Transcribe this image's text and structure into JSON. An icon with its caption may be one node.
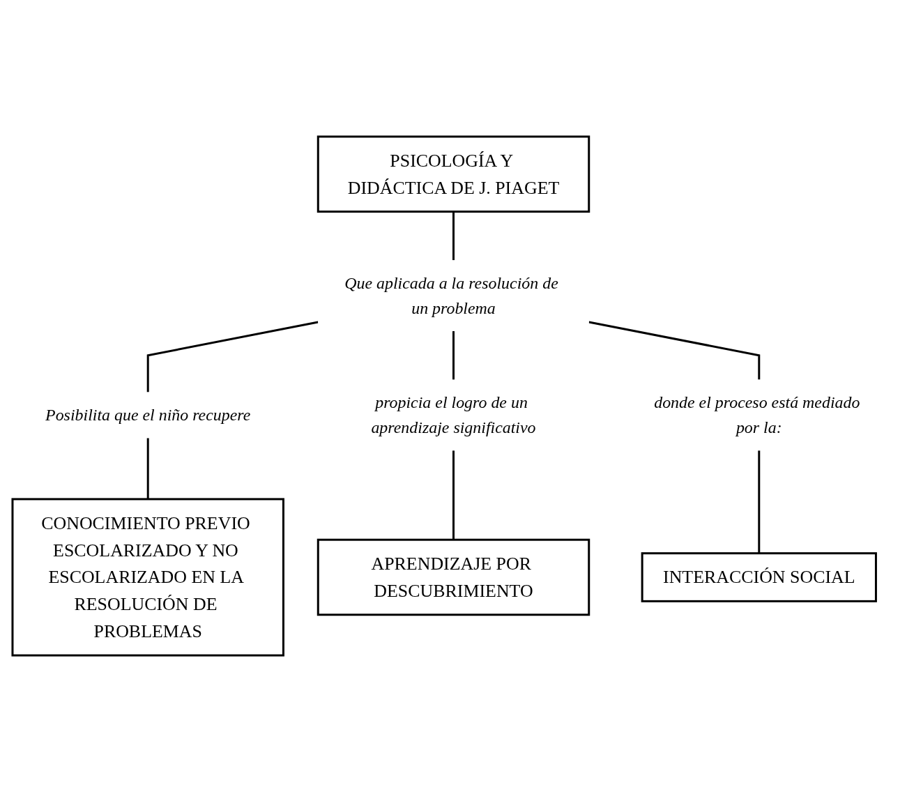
{
  "diagram": {
    "nodes": [
      {
        "text": [
          "PSICOLOGÍA Y DIDÁCTICA DE J. PIAGET"
        ]
      },
      {
        "text": [
          "Que aplicada a la resolución de un problema"
        ]
      },
      {
        "text": [
          "Posibilita que el niño recupere"
        ]
      },
      {
        "text": [
          "propicia el logro de un aprendizaje significativo"
        ]
      },
      {
        "text": [
          "donde el proceso está mediado por la:"
        ]
      },
      {
        "text": [
          "CONOCIMIENTO PREVIO ESCOLARIZADO Y NO ESCOLARIZADO EN LA RESOLUCIÓN DE PROBLEMAS"
        ]
      },
      {
        "text": [
          "APRENDIZAJE POR DESCUBRIMIENTO"
        ]
      },
      {
        "text": [
          "INTERACCIÓN SOCIAL"
        ]
      }
    ],
    "edges": [
      {
        "from": 0,
        "to": 1,
        "arrow": "none"
      },
      {
        "from": 1,
        "to": 2,
        "arrow": "none"
      },
      {
        "from": 1,
        "to": 3,
        "arrow": "none"
      },
      {
        "from": 1,
        "to": 4,
        "arrow": "none"
      },
      {
        "from": 2,
        "to": 5,
        "arrow": "none"
      },
      {
        "from": 3,
        "to": 6,
        "arrow": "none"
      },
      {
        "from": 4,
        "to": 7,
        "arrow": "none"
      }
    ]
  }
}
